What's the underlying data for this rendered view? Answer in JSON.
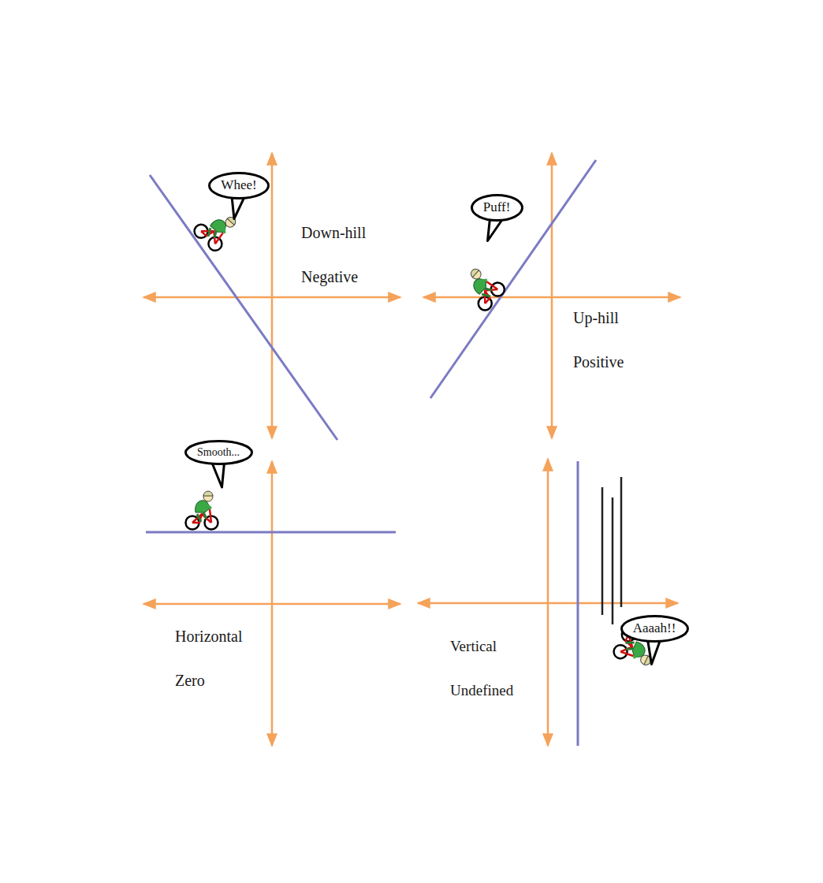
{
  "diagram": {
    "nodes": [
      {
        "text": [
          "Whee!"
        ]
      },
      {
        "text": [
          "Puff!"
        ]
      },
      {
        "text": [
          "Smooth..."
        ]
      },
      {
        "text": [
          "Aaaah!!"
        ]
      }
    ],
    "labels": [
      "Down-hill",
      "Negative",
      "Up-hill",
      "Positive",
      "Horizontal",
      "Zero",
      "Vertical",
      "Undefined"
    ]
  }
}
